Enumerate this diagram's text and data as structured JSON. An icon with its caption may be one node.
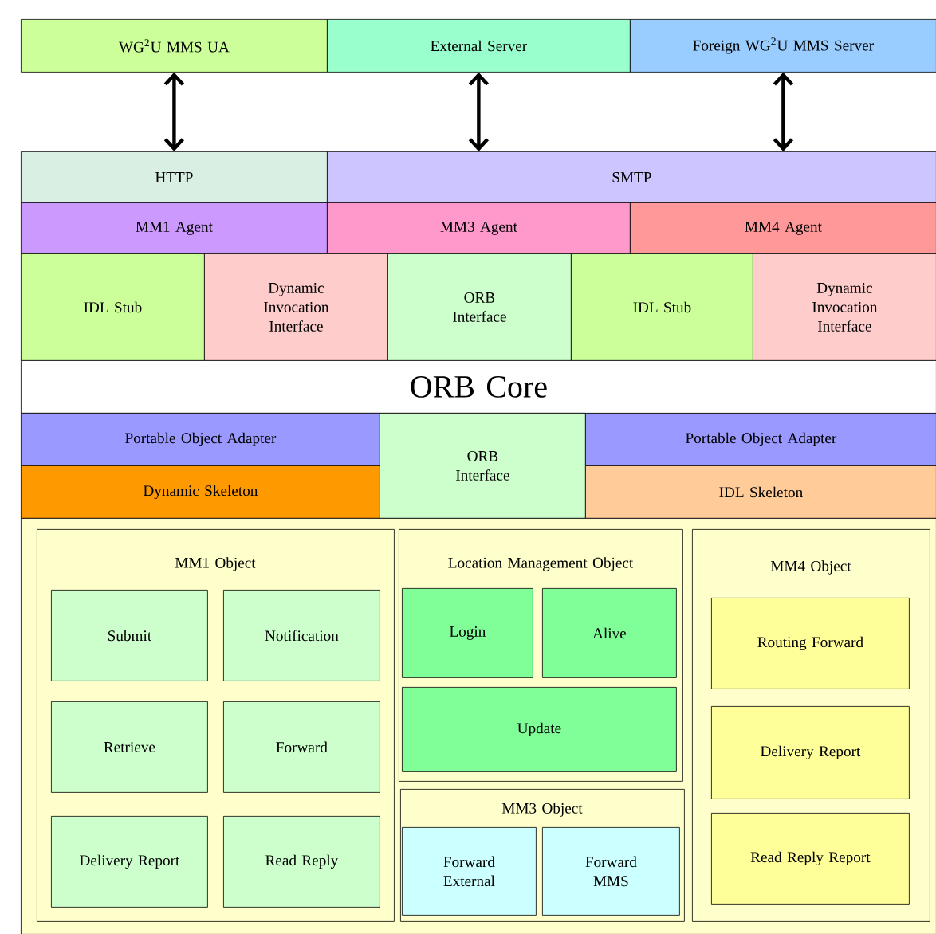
{
  "diagram": {
    "nodes": [
      {
        "text": [
          "WG$^{2}$U MMS UA"
        ]
      },
      {
        "text": [
          "External Server"
        ]
      },
      {
        "text": [
          "Foreign WG$^{2}$U MMS Server"
        ]
      },
      {
        "text": [
          "HTTP"
        ]
      },
      {
        "text": [
          "SMTP"
        ]
      },
      {
        "text": [
          "MM1 Agent"
        ]
      },
      {
        "text": [
          "MM3 Agent"
        ]
      },
      {
        "text": [
          "MM4 Agent"
        ]
      },
      {
        "text": [
          "IDL Stub"
        ]
      },
      {
        "text": [
          "Dynamic Invocation Interface"
        ]
      },
      {
        "text": [
          "ORB Interface"
        ]
      },
      {
        "text": [
          "IDL Stub"
        ]
      },
      {
        "text": [
          "Dynamic Invocation Interface"
        ]
      },
      {
        "text": [
          "ORB Core"
        ]
      },
      {
        "text": [
          "Portable Object Adapter"
        ]
      },
      {
        "text": [
          "ORB Interface"
        ]
      },
      {
        "text": [
          "Portable Object Adapter"
        ]
      },
      {
        "text": [
          "Dynamic Skeleton"
        ]
      },
      {
        "text": [
          "IDL Skeleton"
        ]
      },
      {
        "text": [],
        "shape": "box"
      },
      {
        "text": [
          "MM1 Object"
        ],
        "in": 19
      },
      {
        "text": [
          "Submit"
        ],
        "in": 20
      },
      {
        "text": [
          "Notification"
        ],
        "in": 20
      },
      {
        "text": [
          "Retrieve"
        ],
        "in": 20
      },
      {
        "text": [
          "Forward"
        ],
        "in": 20
      },
      {
        "text": [
          "Delivery Report"
        ],
        "in": 20
      },
      {
        "text": [
          "Read Reply"
        ],
        "in": 20
      },
      {
        "text": [
          "Location Management Object"
        ],
        "in": 19
      },
      {
        "text": [
          "Login"
        ],
        "in": 27
      },
      {
        "text": [
          "Alive"
        ],
        "in": 27
      },
      {
        "text": [
          "Update"
        ],
        "in": 27
      },
      {
        "text": [
          "MM3 Object"
        ],
        "in": 19
      },
      {
        "text": [
          "Forward External"
        ],
        "in": 31
      },
      {
        "text": [
          "Forward MMS"
        ],
        "in": 31
      },
      {
        "text": [
          "MM4 Object"
        ],
        "in": 19
      },
      {
        "text": [
          "Routing Forward"
        ],
        "in": 34
      },
      {
        "text": [
          "Delivery Report"
        ],
        "in": 34
      },
      {
        "text": [
          "Read Reply Report"
        ],
        "in": 34
      }
    ],
    "edges": [
      {
        "from": 0,
        "to": 3,
        "arrow": "both"
      },
      {
        "from": 1,
        "to": 4,
        "arrow": "both"
      },
      {
        "from": 2,
        "to": 4,
        "arrow": "both"
      }
    ]
  }
}
